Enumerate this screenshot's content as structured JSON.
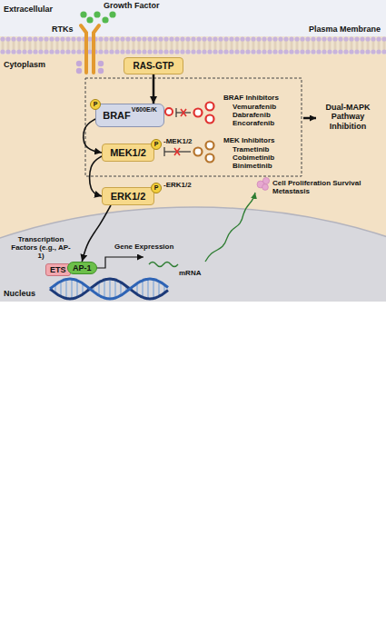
{
  "diagram": {
    "nodes": [
      {
        "text": [
          "RAS-GTP"
        ]
      },
      {
        "text": [
          "BRAF",
          "V600E/K"
        ]
      },
      {
        "text": [
          "MEK1/2"
        ]
      },
      {
        "text": [
          "ERK1/2"
        ]
      },
      {
        "text": [
          "ETS"
        ]
      },
      {
        "text": [
          "AP-1"
        ]
      }
    ],
    "edges": [
      {
        "from": 0,
        "to": 1,
        "arrow": "to"
      },
      {
        "from": 1,
        "to": 2,
        "arrow": "to"
      },
      {
        "from": 2,
        "to": 3,
        "arrow": "to"
      },
      {
        "from": 3,
        "to": 5,
        "arrow": "to"
      }
    ],
    "labels": [
      "Extracellular",
      "Growth Factor",
      "RTKs",
      "Plasma Membrane",
      "Cytoplasm",
      "P",
      "P",
      "P",
      "-MEK1/2",
      "-ERK1/2",
      "BRAF Inhibitors",
      "Vemurafenib",
      "Dabrafenib",
      "Encorafenib",
      "MEK Inhibitors",
      "Trametinib",
      "Cobimetinib",
      "Binimetinib",
      "Dual-MAPK Pathway Inhibition",
      "Cell Proliferation Survival Metastasis",
      "Transcription Factors (e.g., AP-1)",
      "Gene Expression",
      "mRNA",
      "Nucleus"
    ]
  }
}
